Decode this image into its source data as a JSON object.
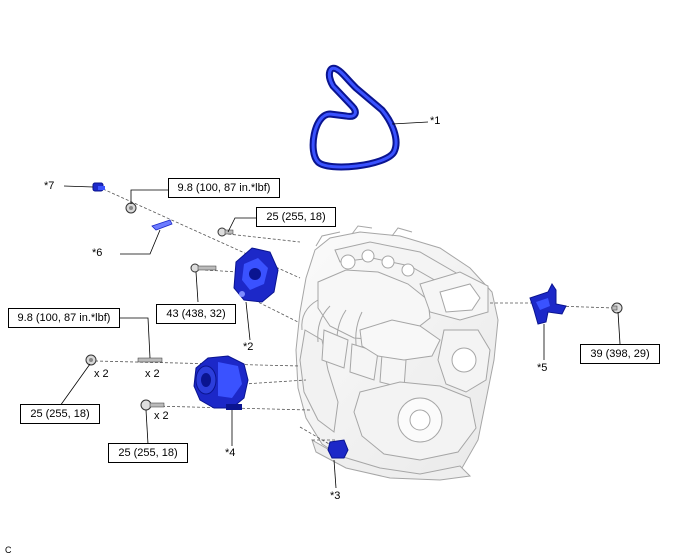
{
  "callouts": {
    "p1": "*1",
    "p2": "*2",
    "p3": "*3",
    "p4": "*4",
    "p5": "*5",
    "p6": "*6",
    "p7": "*7"
  },
  "torques": {
    "t_top": "9.8 (100, 87 in.*lbf)",
    "t_left": "9.8 (100, 87 in.*lbf)",
    "t_25_top": "25 (255, 18)",
    "t_43": "43 (438, 32)",
    "t_39": "39 (398, 29)",
    "t_25_left": "25 (255, 18)",
    "t_25_bottom": "25 (255, 18)"
  },
  "quantities": {
    "q1": "x 2",
    "q2": "x 2",
    "q3": "x 2"
  },
  "corner_mark": "C",
  "colors": {
    "part_blue": "#1c28c8",
    "part_dark": "#0a1490",
    "engine_line": "#a8a8a8",
    "leader": "#000000"
  }
}
